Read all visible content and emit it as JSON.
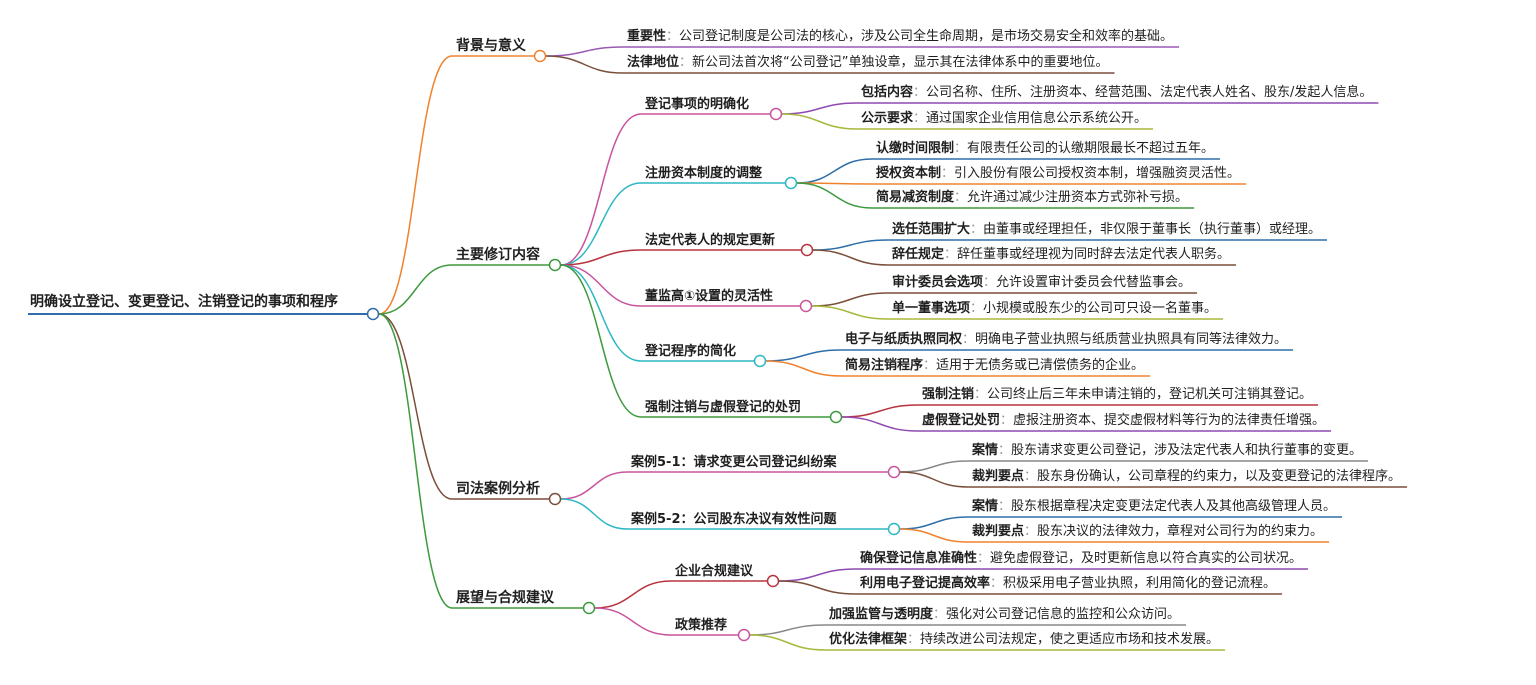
{
  "root": {
    "label": "明确设立登记、变更登记、注销登记的事项和程序"
  },
  "branches": [
    {
      "label": "背景与意义",
      "color": "#f0822e",
      "leaves": [
        {
          "key": "重要性",
          "sep": "：",
          "text": "公司登记制度是公司法的核心，涉及公司全生命周期，是市场交易安全和效率的基础。",
          "color": "#9a59b5"
        },
        {
          "key": "法律地位",
          "sep": "：",
          "text": "新公司法首次将“公司登记”单独设章，显示其在法律体系中的重要地位。",
          "color": "#7a4f3a"
        }
      ]
    },
    {
      "label": "主要修订内容",
      "color": "#3d9a3d",
      "children": [
        {
          "label": "登记事项的明确化",
          "color": "#c8559c",
          "leaves": [
            {
              "key": "包括内容",
              "sep": "：",
              "text": "公司名称、住所、注册资本、经营范围、法定代表人姓名、股东/发起人信息。",
              "color": "#8e4ab0"
            },
            {
              "key": "公示要求",
              "sep": "：",
              "text": "通过国家企业信用信息公示系统公开。",
              "color": "#a8b83a"
            }
          ]
        },
        {
          "label": "注册资本制度的调整",
          "color": "#2bb7c4",
          "leaves": [
            {
              "key": "认缴时间限制",
              "sep": "：",
              "text": "有限责任公司的认缴期限最长不超过五年。",
              "color": "#2f6ea8"
            },
            {
              "key": "授权资本制",
              "sep": "：",
              "text": "引入股份有限公司授权资本制，增强融资灵活性。",
              "color": "#f0822e"
            },
            {
              "key": "简易减资制度",
              "sep": "：",
              "text": "允许通过减少注册资本方式弥补亏损。",
              "color": "#3d9a3d"
            }
          ]
        },
        {
          "label": "法定代表人的规定更新",
          "color": "#b8333e",
          "leaves": [
            {
              "key": "选任范围扩大",
              "sep": "：",
              "text": "由董事或经理担任，非仅限于董事长（执行董事）或经理。",
              "color": "#2f6ea8"
            },
            {
              "key": "辞任规定",
              "sep": "：",
              "text": "辞任董事或经理视为同时辞去法定代表人职务。",
              "color": "#7a4f3a"
            }
          ]
        },
        {
          "label": "董监高①设置的灵活性",
          "color": "#c8559c",
          "leaves": [
            {
              "key": "审计委员会选项",
              "sep": "：",
              "text": "允许设置审计委员会代替监事会。",
              "color": "#7a4f3a"
            },
            {
              "key": "单一董事选项",
              "sep": "：",
              "text": "小规模或股东少的公司可只设一名董事。",
              "color": "#a8b83a"
            }
          ]
        },
        {
          "label": "登记程序的简化",
          "color": "#2bb7c4",
          "leaves": [
            {
              "key": "电子与纸质执照同权",
              "sep": "：",
              "text": "明确电子营业执照与纸质营业执照具有同等法律效力。",
              "color": "#2f6ea8"
            },
            {
              "key": "简易注销程序",
              "sep": "：",
              "text": "适用于无债务或已清偿债务的企业。",
              "color": "#f0822e"
            }
          ]
        },
        {
          "label": "强制注销与虚假登记的处罚",
          "color": "#3d9a3d",
          "leaves": [
            {
              "key": "强制注销",
              "sep": "：",
              "text": "公司终止后三年未申请注销的，登记机关可注销其登记。",
              "color": "#b8333e"
            },
            {
              "key": "虚假登记处罚",
              "sep": "：",
              "text": "虚报注册资本、提交虚假材料等行为的法律责任增强。",
              "color": "#8e4ab0"
            }
          ]
        }
      ]
    },
    {
      "label": "司法案例分析",
      "color": "#7a4f3a",
      "children": [
        {
          "label": "案例5-1：请求变更公司登记纠纷案",
          "color": "#c8559c",
          "leaves": [
            {
              "key": "案情",
              "sep": "：",
              "text": "股东请求变更公司登记，涉及法定代表人和执行董事的变更。",
              "color": "#888888"
            },
            {
              "key": "裁判要点",
              "sep": "：",
              "text": "股东身份确认，公司章程的约束力，以及变更登记的法律程序。",
              "color": "#7a4f3a"
            }
          ]
        },
        {
          "label": "案例5-2：公司股东决议有效性问题",
          "color": "#2bb7c4",
          "leaves": [
            {
              "key": "案情",
              "sep": "：",
              "text": "股东根据章程决定变更法定代表人及其他高级管理人员。",
              "color": "#2f6ea8"
            },
            {
              "key": "裁判要点",
              "sep": "：",
              "text": "股东决议的法律效力，章程对公司行为的约束力。",
              "color": "#f0822e"
            }
          ]
        }
      ]
    },
    {
      "label": "展望与合规建议",
      "color": "#3d9a3d",
      "children": [
        {
          "label": "企业合规建议",
          "color": "#b8333e",
          "leaves": [
            {
              "key": "确保登记信息准确性",
              "sep": "：",
              "text": "避免虚假登记，及时更新信息以符合真实的公司状况。",
              "color": "#8e4ab0"
            },
            {
              "key": "利用电子登记提高效率",
              "sep": "：",
              "text": "积极采用电子营业执照，利用简化的登记流程。",
              "color": "#7a4f3a"
            }
          ]
        },
        {
          "label": "政策推荐",
          "color": "#c8559c",
          "leaves": [
            {
              "key": "加强监管与透明度",
              "sep": "：",
              "text": "强化对公司登记信息的监控和公众访问。",
              "color": "#888888"
            },
            {
              "key": "优化法律框架",
              "sep": "：",
              "text": "持续改进公司法规定，使之更适应市场和技术发展。",
              "color": "#a8b83a"
            }
          ]
        }
      ]
    }
  ]
}
